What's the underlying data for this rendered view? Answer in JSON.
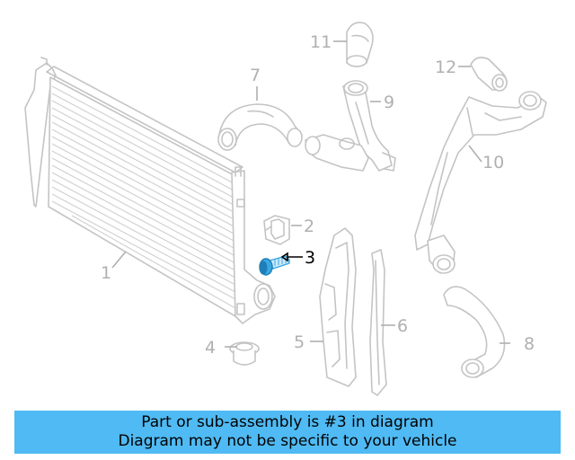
{
  "callouts": [
    {
      "id": "1",
      "label": "1"
    },
    {
      "id": "2",
      "label": "2"
    },
    {
      "id": "3",
      "label": "3",
      "highlighted": true
    },
    {
      "id": "4",
      "label": "4"
    },
    {
      "id": "5",
      "label": "5"
    },
    {
      "id": "6",
      "label": "6"
    },
    {
      "id": "7",
      "label": "7"
    },
    {
      "id": "8",
      "label": "8"
    },
    {
      "id": "9",
      "label": "9"
    },
    {
      "id": "10",
      "label": "10"
    },
    {
      "id": "11",
      "label": "11"
    },
    {
      "id": "12",
      "label": "12"
    }
  ],
  "banner": {
    "line1": "Part or sub-assembly is #3 in diagram",
    "line2": "Diagram may not be specific to your vehicle"
  },
  "colors": {
    "banner_bg": "#4fbaf3",
    "highlight_part": "#3aa8e0",
    "line_art": "#c4c4c4"
  }
}
